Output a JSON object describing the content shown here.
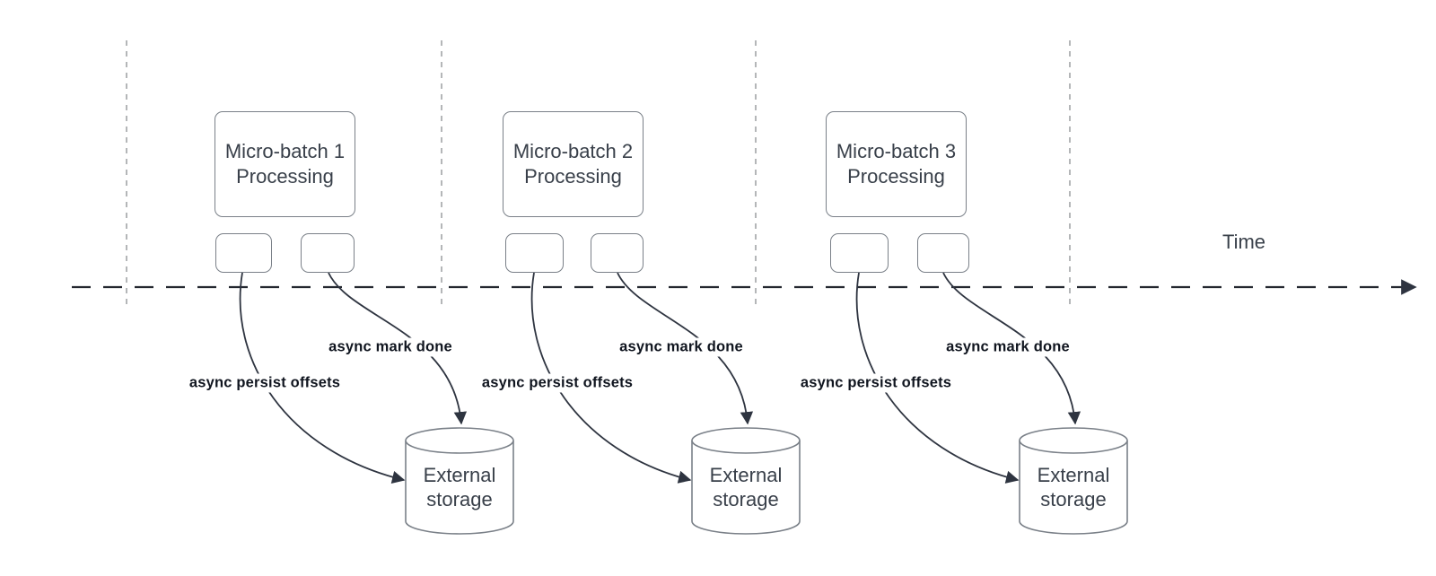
{
  "colors": {
    "curve_stroke": "#2e3440",
    "timeline_stroke": "#23272f",
    "gridline_stroke": "#b4b6b8",
    "shape_border": "#7a8088",
    "shape_text": "#39404a",
    "bold_label_text": "#10151f",
    "background": "#ffffff"
  },
  "time_axis": {
    "label": "Time"
  },
  "units": [
    {
      "title_line1": "Micro-batch 1",
      "title_line2": "Processing",
      "persist_label": "async persist offsets",
      "done_label": "async mark done",
      "storage_line1": "External",
      "storage_line2": "storage"
    },
    {
      "title_line1": "Micro-batch 2",
      "title_line2": "Processing",
      "persist_label": "async persist offsets",
      "done_label": "async mark done",
      "storage_line1": "External",
      "storage_line2": "storage"
    },
    {
      "title_line1": "Micro-batch 3",
      "title_line2": "Processing",
      "persist_label": "async persist offsets",
      "done_label": "async mark done",
      "storage_line1": "External",
      "storage_line2": "storage"
    }
  ]
}
